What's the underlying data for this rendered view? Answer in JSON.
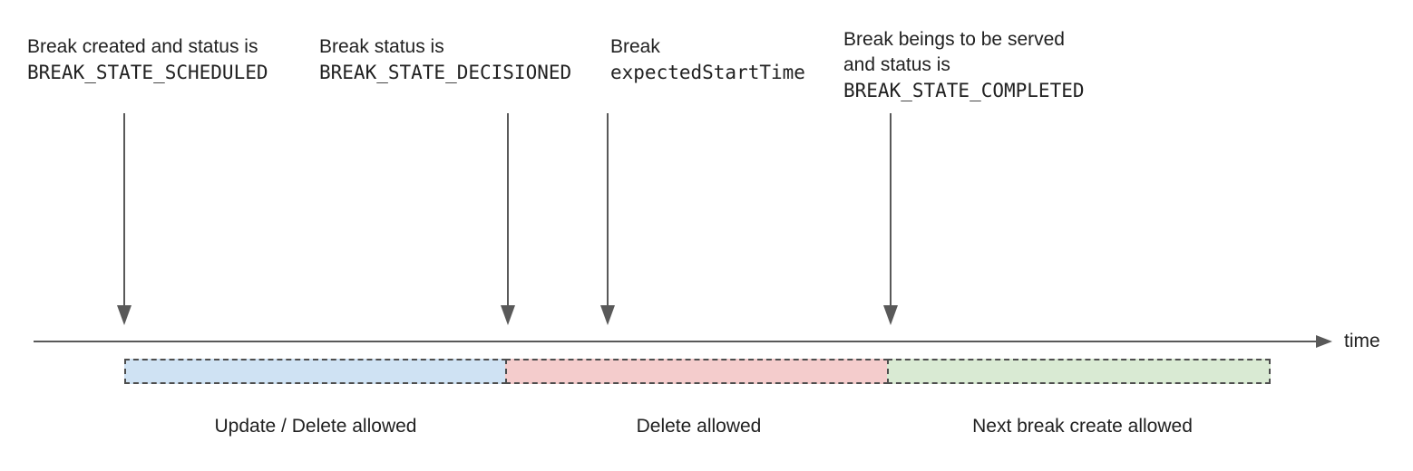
{
  "annotations": [
    {
      "line1": "Break created and status is",
      "code": "BREAK_STATE_SCHEDULED"
    },
    {
      "line1": "Break status is",
      "code": "BREAK_STATE_DECISIONED"
    },
    {
      "line1": "Break",
      "code": "expectedStartTime"
    },
    {
      "line1": "Break beings to be served",
      "line2": "and status is",
      "code": "BREAK_STATE_COMPLETED"
    }
  ],
  "timeline": {
    "axis_label": "time",
    "axis_color": "#595959",
    "segment_border_color": "#4d4d4d",
    "segments": [
      {
        "label": "Update / Delete allowed",
        "fill": "#cfe2f3"
      },
      {
        "label": "Delete allowed",
        "fill": "#f4cccc"
      },
      {
        "label": "Next break create allowed",
        "fill": "#d9ead3"
      }
    ]
  },
  "colors": {
    "text": "#212121",
    "arrow": "#595959"
  }
}
